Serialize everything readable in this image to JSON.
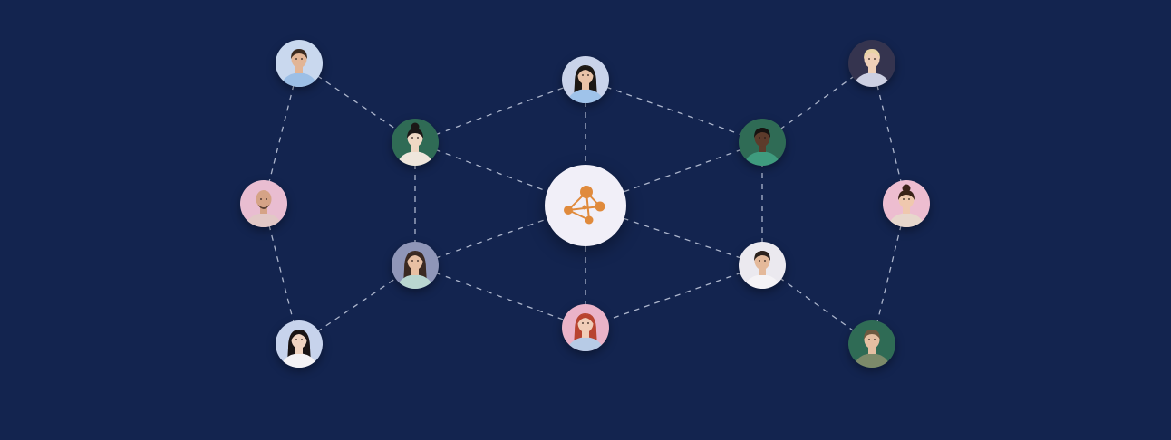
{
  "hub": {
    "icon": "network-share-icon",
    "background": "#f1eff8",
    "accent": "#e08a3c"
  },
  "colors": {
    "background": "#13244f",
    "connector": "#c7cfe2"
  },
  "people": [
    {
      "id": "p1",
      "bg": "#c9d8ee",
      "skin": "#e2b596",
      "hair": "#3a2a1f",
      "top": "#9cbfe6",
      "hairStyle": "short"
    },
    {
      "id": "p2",
      "bg": "#c9d3ea",
      "skin": "#e9c3a8",
      "hair": "#1c1714",
      "top": "#9fc3ea",
      "hairStyle": "long"
    },
    {
      "id": "p3",
      "bg": "#35344f",
      "skin": "#efd0b8",
      "hair": "#e8d4a6",
      "top": "#cdd0e2",
      "hairStyle": "short"
    },
    {
      "id": "p4",
      "bg": "#2f6b55",
      "skin": "#f0d8c4",
      "hair": "#1b1716",
      "top": "#efe6dc",
      "hairStyle": "bun"
    },
    {
      "id": "p5",
      "bg": "#2f6b55",
      "skin": "#5c3b2b",
      "hair": "#161210",
      "top": "#3f9b7e",
      "hairStyle": "short"
    },
    {
      "id": "p6",
      "bg": "#e9bdd1",
      "skin": "#d5a386",
      "hair": "#5a4032",
      "top": "#e2c8c6",
      "hairStyle": "bald"
    },
    {
      "id": "p7",
      "bg": "#edbdd0",
      "skin": "#efc8ae",
      "hair": "#3a2218",
      "top": "#e7d7cc",
      "hairStyle": "bun"
    },
    {
      "id": "p8",
      "bg": "#8f96b8",
      "skin": "#e8c0a3",
      "hair": "#3b2a22",
      "top": "#b9d6d0",
      "hairStyle": "long"
    },
    {
      "id": "p9",
      "bg": "#ebe9ef",
      "skin": "#e4b99a",
      "hair": "#2b211c",
      "top": "#f5f3f6",
      "hairStyle": "short"
    },
    {
      "id": "p10",
      "bg": "#c7d3ec",
      "skin": "#f0d3c0",
      "hair": "#1a1414",
      "top": "#f4f2f5",
      "hairStyle": "long"
    },
    {
      "id": "p11",
      "bg": "#eab3c8",
      "skin": "#f0cdb8",
      "hair": "#b8432f",
      "top": "#b7cbe6",
      "hairStyle": "long"
    },
    {
      "id": "p12",
      "bg": "#2f6b55",
      "skin": "#e5bfa2",
      "hair": "#6e5a40",
      "top": "#7c8a6a",
      "hairStyle": "short"
    }
  ],
  "links": [
    [
      "p1",
      "p4"
    ],
    [
      "p1",
      "p6"
    ],
    [
      "p6",
      "p10"
    ],
    [
      "p10",
      "p8"
    ],
    [
      "p4",
      "p8"
    ],
    [
      "p4",
      "p2"
    ],
    [
      "p4",
      "hub"
    ],
    [
      "p2",
      "hub"
    ],
    [
      "p2",
      "p5"
    ],
    [
      "p5",
      "hub"
    ],
    [
      "p5",
      "p3"
    ],
    [
      "p3",
      "p7"
    ],
    [
      "p7",
      "p12"
    ],
    [
      "p12",
      "p9"
    ],
    [
      "p9",
      "p5"
    ],
    [
      "p9",
      "hub"
    ],
    [
      "p9",
      "p11"
    ],
    [
      "p8",
      "hub"
    ],
    [
      "p8",
      "p11"
    ],
    [
      "p11",
      "hub"
    ]
  ]
}
